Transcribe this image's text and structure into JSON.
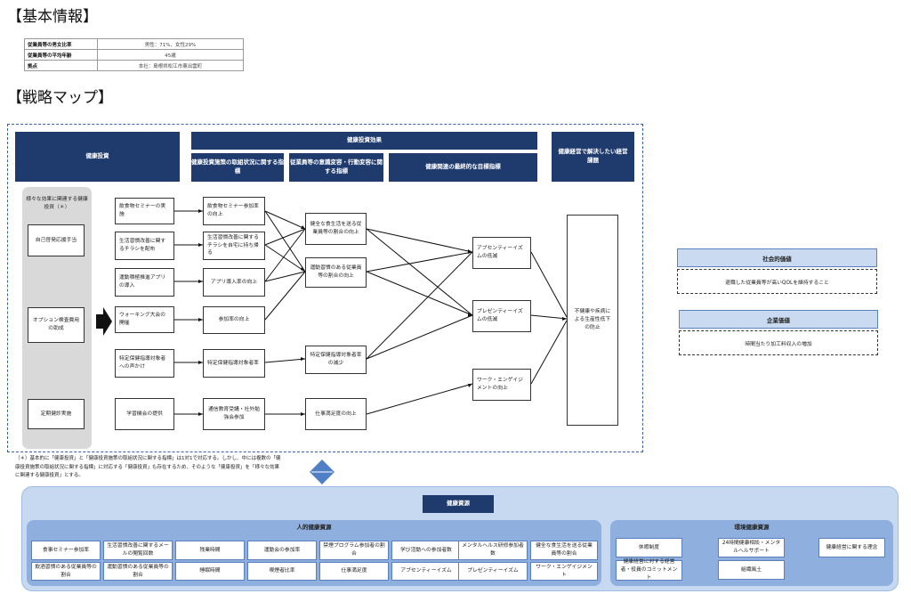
{
  "headings": {
    "basic_info": "【基本情報】",
    "strategy_map": "【戦略マップ】"
  },
  "basic_info": [
    {
      "label": "従業員等の男女比率",
      "value": "男性：71%、女性29%"
    },
    {
      "label": "従業員等の平均年齢",
      "value": "45歳"
    },
    {
      "label": "拠点",
      "value": "本社：島根県松江市東出雲町"
    }
  ],
  "map": {
    "header_investment": "健康投資",
    "header_effect": "健康投資効果",
    "header_issue": "健康経営で解決したい経営課題",
    "sub_indicator": "健康投資施策の取組状況に関する指標",
    "sub_awareness": "従業員等の意識変容・行動変容に関する指標",
    "sub_final": "健康関連の最終的な目標指標",
    "gray_label": "様々な効果に関連する健康投資（＊）",
    "gray_items": [
      "自己啓発応援手当",
      "オプション検査費用の助成",
      "定期健診実施"
    ],
    "investments": [
      "飲食物セミナーの実施",
      "生活習慣改善に関するチラシを配布",
      "運動積極推進アプリの導入",
      "ウォーキング大会の開催",
      "特定保健指導対象者への声かけ",
      "学習機会の提供"
    ],
    "indicators": [
      "飲食物セミナー参加率の向上",
      "生活習慣改善に関するチラシを自宅に持ち帰る",
      "アプリ導入率の向上",
      "参加率の向上",
      "特定保健指導対象者率",
      "通信教育受講・社外勉強会参加"
    ],
    "awareness": [
      "健全な食生活を送る従業員等の割合の向上",
      "運動習慣のある従業員等の割合の向上",
      "特定保健指導対象者率の減少",
      "仕事満足度の向上"
    ],
    "finals": [
      "アブセンティーイズムの低減",
      "プレゼンティーイズムの低減",
      "ワーク・エンゲイジメントの向上"
    ],
    "issue": "不健康や疾病による生産性低下の防止",
    "note": "（＊）基本的に「健康投資」と「健康投資施策の取組状況に関する指標」は1対1で対応する。しかし、中には複数の「健康投資施策の取組状況に関する指標」に対応する「健康投資」も存在するため、そのような「健康投資」を「様々な効果に関連する健康投資」とする。"
  },
  "values": {
    "social_label": "社会的価値",
    "social_text": "退職した従業員等が高いQOLを維持すること",
    "corporate_label": "企業価値",
    "corporate_text": "時間当たり加工料収入の増加"
  },
  "resources": {
    "title": "健康資源",
    "human_title": "人的健康資源",
    "human_items": [
      "食事セミナー参加率",
      "生活習慣改善に関するメールの閲覧回数",
      "残業時間",
      "運動会の参加率",
      "禁煙プログラム参加者の割合",
      "学び活動への参加者数",
      "メンタルヘルス研修参加者数",
      "健全な食生活を送る従業員等の割合",
      "飲酒習慣のある従業員等の割合",
      "運動習慣のある従業員等の割合",
      "睡眠時間",
      "喫煙者比率",
      "仕事満足度",
      "アブセンティーイズム",
      "プレゼンティーイズム",
      "ワーク・エンゲイジメント"
    ],
    "env_title": "環境健康資源",
    "env_items": [
      "休暇制度",
      "24時間健康相談・メンタルヘルサポート",
      "健康経営に関する理念",
      "健康経営に対する経営者・役員のコミットメント",
      "組織風土"
    ]
  },
  "colors": {
    "navy": "#1f3b6e",
    "panel": "#c6d9f1",
    "panel_header": "#8fb0de",
    "gray": "#d9d9d9",
    "diamond": "#4f7fc4"
  }
}
